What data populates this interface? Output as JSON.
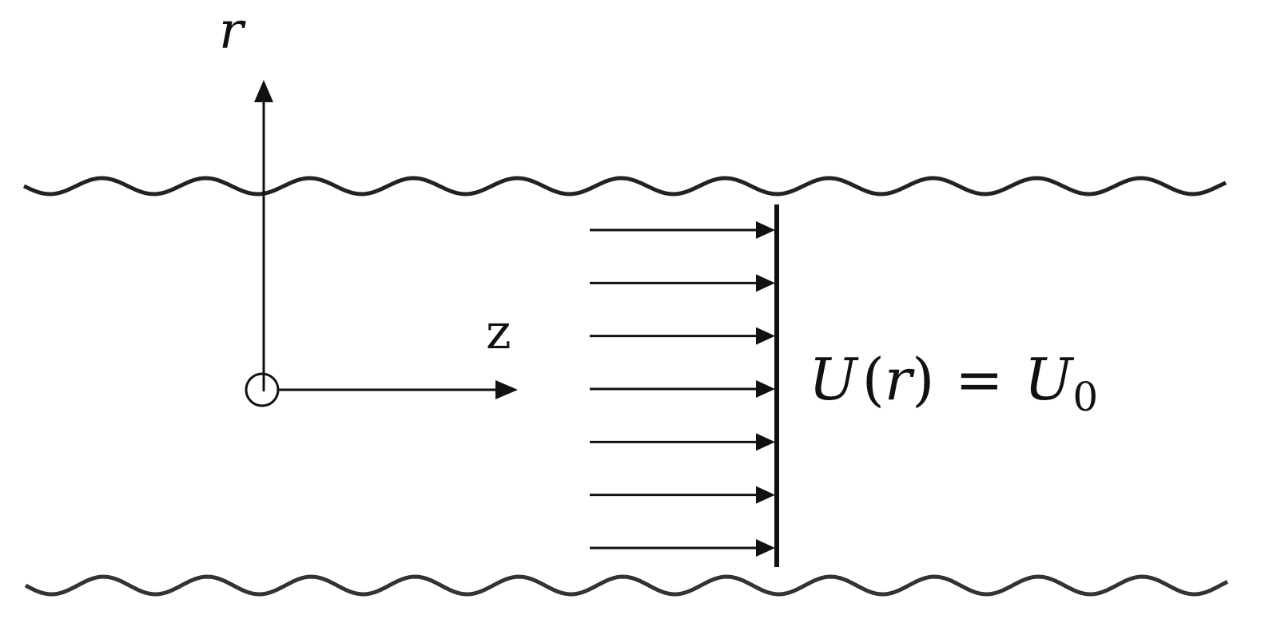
{
  "labels": {
    "r_axis": "r",
    "z_axis": "z",
    "equation": {
      "lhs": "U",
      "open_paren": "(",
      "var": "r",
      "close_paren": ")",
      "equals": "=",
      "rhs": "U",
      "subscript": "0"
    }
  },
  "profile": {
    "arrow_count": 7,
    "profile_type": "uniform"
  },
  "colors": {
    "ink": "#111111",
    "wave": "#222222",
    "background": "#ffffff"
  }
}
